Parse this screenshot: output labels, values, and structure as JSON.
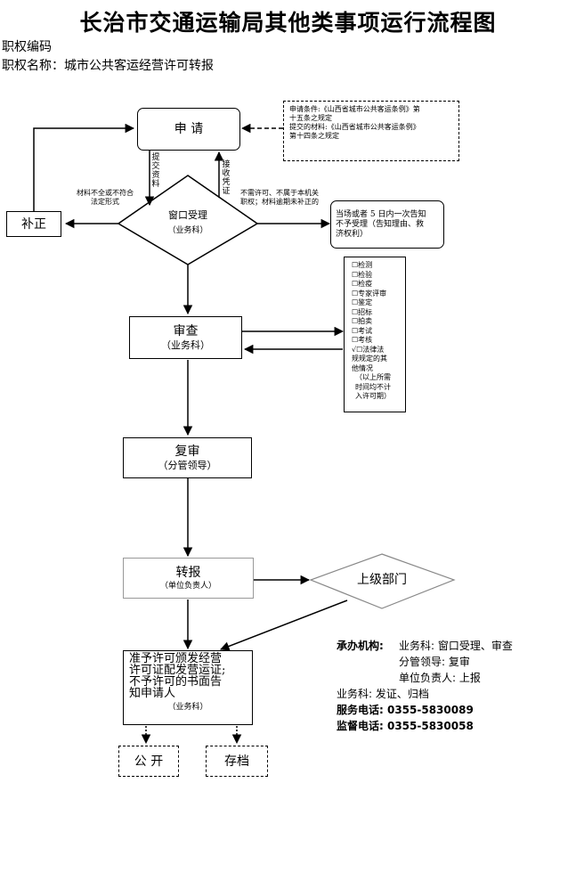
{
  "title": "长治市交通运输局其他类事项运行流程图",
  "meta": {
    "code_label": "职权编码",
    "name_label": "职权名称：城市公共客运经营许可转报"
  },
  "nodes": {
    "apply": "申 请",
    "conditions": [
      "申请条件:《山西省城市公共客运条例》第",
      "十五条之规定",
      "提交的材料:《山西省城市公共客运条例》",
      "第十四条之规定"
    ],
    "correction": "补正",
    "window": {
      "title": "窗口受理",
      "sub": "（业务科）"
    },
    "reject_notice": [
      "当场或者 5 日内一次告知",
      "不予受理（告知理由、救",
      "济权利）"
    ],
    "review": {
      "title": "审查",
      "sub": "（业务科）"
    },
    "recheck": {
      "title": "复审",
      "sub": "（分管领导）"
    },
    "forward": {
      "title": "转报",
      "sub": "（单位负责人）"
    },
    "superior": "上级部门",
    "decision": {
      "lines": [
        "准予许可颁发经营",
        "许可证配发营运证;",
        "不予许可的书面告",
        "知申请人"
      ],
      "sub": "（业务科）"
    },
    "publish": "公 开",
    "archive": "存档"
  },
  "edge_labels": {
    "submit": "提交资料",
    "receipt": "接收凭证",
    "incomplete": [
      "材料不全或不符合",
      "法定形式"
    ],
    "not_needed": [
      "不需许可、不属于本机关",
      "职权；材料逾期未补正的"
    ]
  },
  "checklist": {
    "items": [
      "☐检测",
      "☐检验",
      "☐检疫",
      "☐专家评审",
      "☐鉴定",
      "☐招标",
      "☐拍卖",
      "☐考试",
      "☐考核",
      "√☐法律法",
      "规规定的其",
      "他情况"
    ],
    "note": [
      "（以上所需",
      "时间均不计",
      "入许可期）"
    ]
  },
  "info": {
    "org_label": "承办机构:",
    "org_lines": [
      "业务科: 窗口受理、审查",
      "分管领导: 复审",
      "单位负责人: 上报"
    ],
    "business": "业务科: 发证、归档",
    "service_phone": "服务电话: 0355-5830089",
    "supervise_phone": "监督电话: 0355-5830058"
  }
}
